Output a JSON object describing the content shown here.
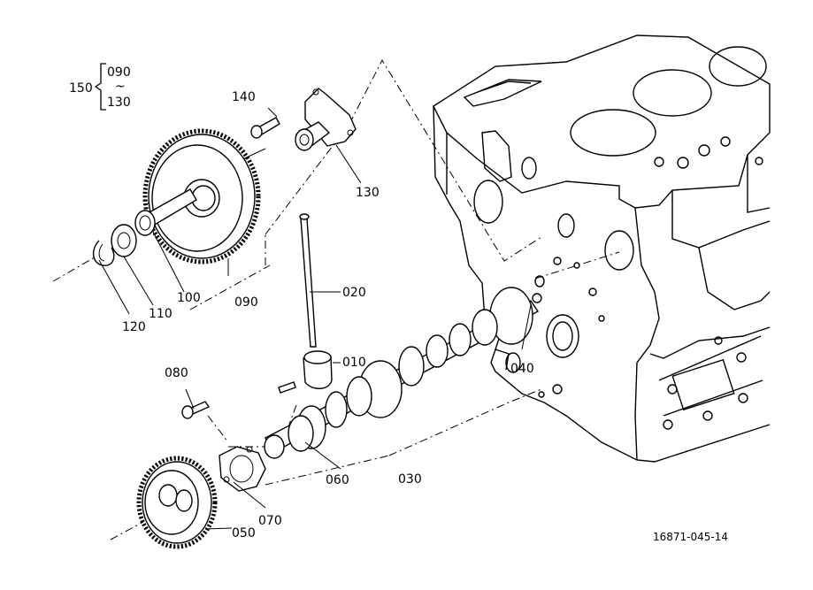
{
  "figure_code": "16871-045-14",
  "assembly": {
    "label": "150",
    "range_start": "090",
    "range_sep": "~",
    "range_end": "130"
  },
  "callouts": {
    "p010": "010",
    "p020": "020",
    "p030": "030",
    "p040": "040",
    "p050": "050",
    "p060": "060",
    "p070": "070",
    "p080": "080",
    "p090": "090",
    "p100": "100",
    "p110": "110",
    "p120": "120",
    "p130": "130",
    "p140": "140"
  }
}
